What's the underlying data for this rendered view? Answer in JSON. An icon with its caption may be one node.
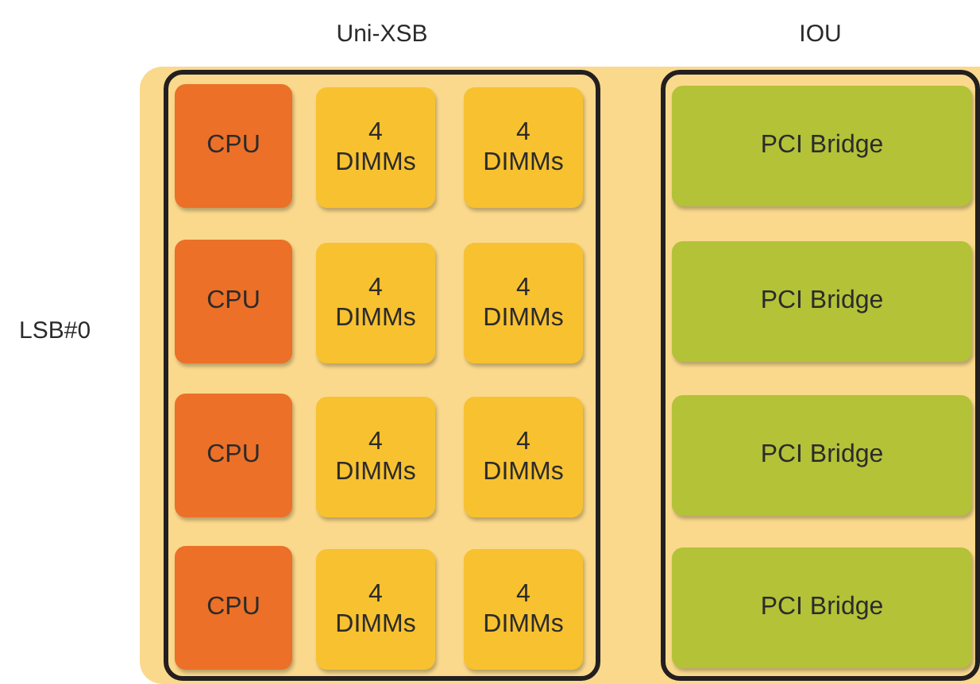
{
  "diagram": {
    "nodes": [
      {
        "text": [],
        "shape": "box",
        "beside": [
          "LSB#0"
        ]
      },
      {
        "text": [
          "Uni-XSB"
        ],
        "in": 0
      },
      {
        "text": [
          "IOU"
        ],
        "in": 0
      },
      {
        "text": [
          "CPU"
        ],
        "in": 1
      },
      {
        "text": [
          "4 DIMMs"
        ],
        "in": 1
      },
      {
        "text": [
          "4 DIMMs"
        ],
        "in": 1
      },
      {
        "text": [
          "PCI Bridge"
        ],
        "in": 2
      },
      {
        "text": [
          "CPU"
        ],
        "in": 1
      },
      {
        "text": [
          "4 DIMMs"
        ],
        "in": 1
      },
      {
        "text": [
          "4 DIMMs"
        ],
        "in": 1
      },
      {
        "text": [
          "PCI Bridge"
        ],
        "in": 2
      },
      {
        "text": [
          "CPU"
        ],
        "in": 1
      },
      {
        "text": [
          "4 DIMMs"
        ],
        "in": 1
      },
      {
        "text": [
          "4 DIMMs"
        ],
        "in": 1
      },
      {
        "text": [
          "PCI Bridge"
        ],
        "in": 2
      },
      {
        "text": [
          "CPU"
        ],
        "in": 1
      },
      {
        "text": [
          "4 DIMMs"
        ],
        "in": 1
      },
      {
        "text": [
          "4 DIMMs"
        ],
        "in": 1
      },
      {
        "text": [
          "PCI Bridge"
        ],
        "in": 2
      }
    ],
    "edges": []
  }
}
